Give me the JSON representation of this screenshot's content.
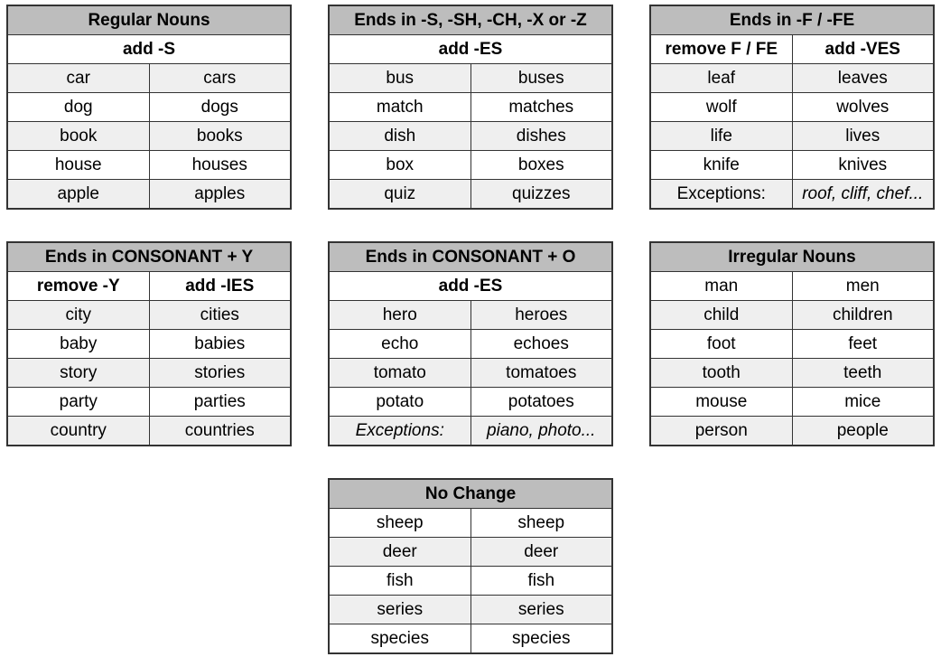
{
  "tables": {
    "regular": {
      "title": "Regular Nouns",
      "rule": "add -S",
      "rows": [
        [
          "car",
          "cars"
        ],
        [
          "dog",
          "dogs"
        ],
        [
          "book",
          "books"
        ],
        [
          "house",
          "houses"
        ],
        [
          "apple",
          "apples"
        ]
      ]
    },
    "es": {
      "title": "Ends in -S, -SH, -CH, -X or -Z",
      "rule": "add -ES",
      "rows": [
        [
          "bus",
          "buses"
        ],
        [
          "match",
          "matches"
        ],
        [
          "dish",
          "dishes"
        ],
        [
          "box",
          "boxes"
        ],
        [
          "quiz",
          "quizzes"
        ]
      ]
    },
    "fe": {
      "title": "Ends in -F / -FE",
      "rule_left": "remove F / FE",
      "rule_right": "add -VES",
      "rows": [
        [
          "leaf",
          "leaves"
        ],
        [
          "wolf",
          "wolves"
        ],
        [
          "life",
          "lives"
        ],
        [
          "knife",
          "knives"
        ],
        [
          "Exceptions:",
          "roof, cliff, chef..."
        ]
      ]
    },
    "cy": {
      "title": "Ends in CONSONANT + Y",
      "rule_left": "remove -Y",
      "rule_right": "add -IES",
      "rows": [
        [
          "city",
          "cities"
        ],
        [
          "baby",
          "babies"
        ],
        [
          "story",
          "stories"
        ],
        [
          "party",
          "parties"
        ],
        [
          "country",
          "countries"
        ]
      ]
    },
    "co": {
      "title": "Ends in CONSONANT + O",
      "rule": "add -ES",
      "rows": [
        [
          "hero",
          "heroes"
        ],
        [
          "echo",
          "echoes"
        ],
        [
          "tomato",
          "tomatoes"
        ],
        [
          "potato",
          "potatoes"
        ],
        [
          "Exceptions:",
          "piano, photo..."
        ]
      ]
    },
    "irregular": {
      "title": "Irregular Nouns",
      "rows": [
        [
          "man",
          "men"
        ],
        [
          "child",
          "children"
        ],
        [
          "foot",
          "feet"
        ],
        [
          "tooth",
          "teeth"
        ],
        [
          "mouse",
          "mice"
        ],
        [
          "person",
          "people"
        ]
      ]
    },
    "nochange": {
      "title": "No Change",
      "rows": [
        [
          "sheep",
          "sheep"
        ],
        [
          "deer",
          "deer"
        ],
        [
          "fish",
          "fish"
        ],
        [
          "series",
          "series"
        ],
        [
          "species",
          "species"
        ]
      ]
    }
  }
}
